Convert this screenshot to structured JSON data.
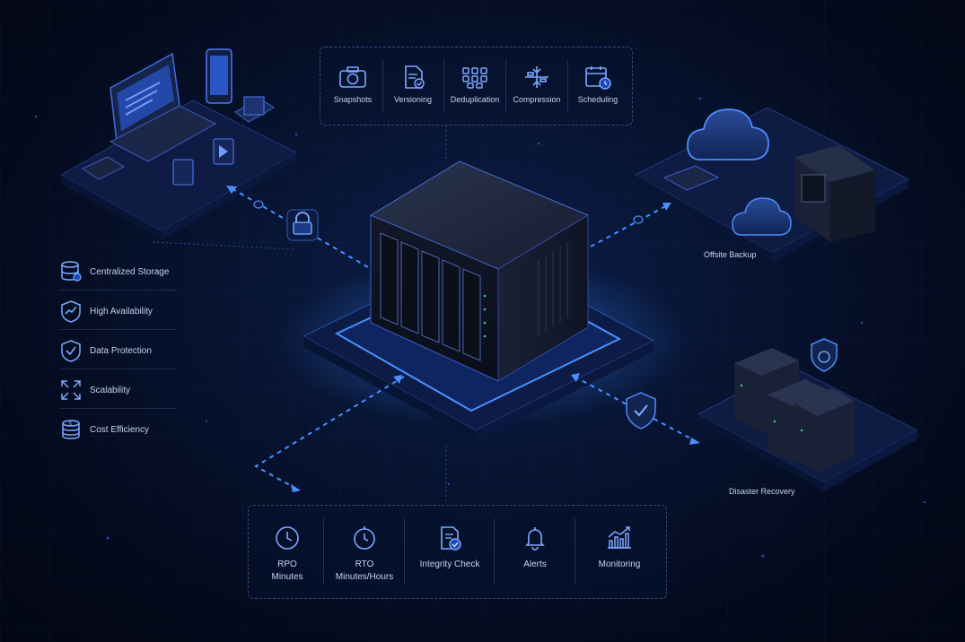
{
  "features": [
    {
      "label": "Snapshots",
      "icon": "camera-icon"
    },
    {
      "label": "Versioning",
      "icon": "versioning-icon"
    },
    {
      "label": "Deduplication",
      "icon": "deduplication-icon"
    },
    {
      "label": "Compression",
      "icon": "compression-icon"
    },
    {
      "label": "Scheduling",
      "icon": "calendar-clock-icon"
    }
  ],
  "benefits": [
    {
      "label": "Centralized Storage",
      "icon": "database-icon"
    },
    {
      "label": "High Availability",
      "icon": "shield-chart-icon"
    },
    {
      "label": "Data Protection",
      "icon": "shield-check-icon"
    },
    {
      "label": "Scalability",
      "icon": "expand-arrows-icon"
    },
    {
      "label": "Cost Efficiency",
      "icon": "coins-icon"
    }
  ],
  "destinations": {
    "offsite": "Offsite Backup",
    "disaster": "Disaster Recovery"
  },
  "metrics": [
    {
      "line1": "RPO",
      "line2": "Minutes",
      "icon": "clock-icon"
    },
    {
      "line1": "RTO",
      "line2": "Minutes/Hours",
      "icon": "stopwatch-icon"
    },
    {
      "line1": "Integrity Check",
      "line2": "",
      "icon": "document-check-icon"
    },
    {
      "line1": "Alerts",
      "line2": "",
      "icon": "bell-icon"
    },
    {
      "line1": "Monitoring",
      "line2": "",
      "icon": "chart-trend-icon"
    }
  ],
  "colors": {
    "accent": "#2f7bff",
    "glow": "#4aa3ff",
    "background": "#050d24",
    "text": "#c8d4ef"
  }
}
